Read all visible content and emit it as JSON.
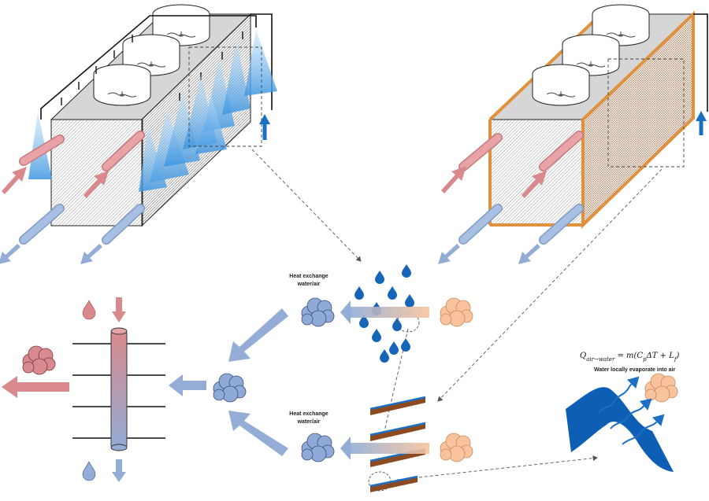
{
  "labels": {
    "heat_exchange_top_line1": "Heat exchange",
    "heat_exchange_top_line2": "water/air",
    "heat_exchange_bottom_line1": "Heat exchange",
    "heat_exchange_bottom_line2": "water/air",
    "formula": "Q_{air→water} = m(C_pΔT + L_f)",
    "formula_main": "Q",
    "formula_sub": "air→water",
    "formula_rest": " = m(C",
    "formula_p": "p",
    "formula_tail": "ΔT + L",
    "formula_f": "f",
    "formula_close": ")",
    "evaporate_note": "Water locally evaporate into air"
  },
  "colors": {
    "hot_air": "#d9898c",
    "cool_air": "#93add6",
    "water_drop": "#1565b8",
    "spray": "#4aa3e8",
    "pad_frame": "#e0913e",
    "fin_wood": "#8b4a1f",
    "fin_water": "#1d6fc4",
    "warm_cloud": "#f9c39d",
    "cool_cloud": "#8faad8",
    "hot_cloud": "#d98a8e",
    "water_sheet": "#0d5fb5"
  },
  "icons": {
    "fan": "fan-icon",
    "drop": "water-drop-icon",
    "cloud": "air-cloud-icon",
    "arrow": "flow-arrow-icon"
  }
}
